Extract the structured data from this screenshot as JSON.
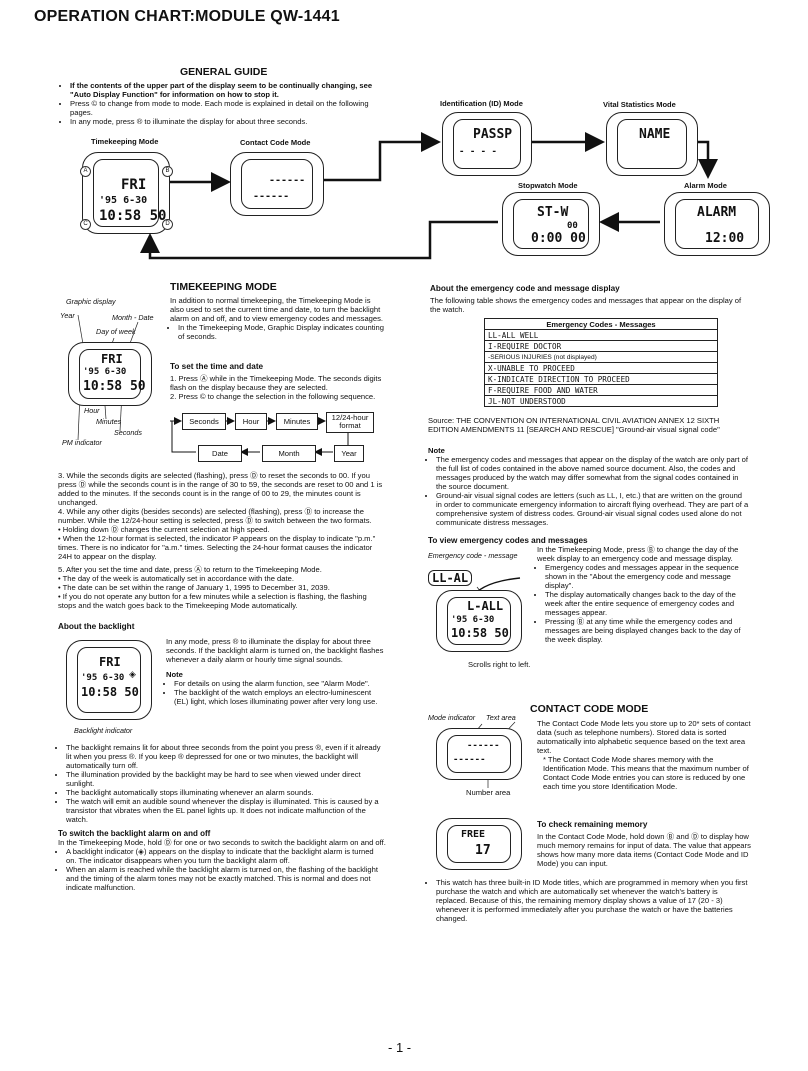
{
  "title": "OPERATION CHART:MODULE QW-1441",
  "general_guide": {
    "heading": "GENERAL GUIDE",
    "bullets": [
      "If the contents of the upper part of the display seem to be continually changing, see \"Auto Display Function\" for information on how to stop it.",
      "Press © to change from mode to mode. Each mode is explained in detail on the following pages.",
      "In any mode, press ® to illuminate the display for about three seconds."
    ],
    "modes": {
      "timekeeping": "Timekeeping Mode",
      "contact_code": "Contact Code Mode",
      "id": "Identification (ID) Mode",
      "vital": "Vital Statistics Mode",
      "stopwatch": "Stopwatch Mode",
      "alarm": "Alarm Mode"
    },
    "displays": {
      "tk_top": "FRI",
      "tk_mid": "'95 6-30",
      "tk_bottom": "10:58 50",
      "cc_top": "------",
      "cc_bottom": "------",
      "id_top": "PASSP",
      "id_mid": "- - - -",
      "vital_top": "NAME",
      "sw_top": "ST-W",
      "sw_mid": "00",
      "sw_bottom": "0:00 00",
      "alarm_top": "ALARM",
      "alarm_bottom": "12:00"
    }
  },
  "timekeeping": {
    "heading": "TIMEKEEPING MODE",
    "labels": {
      "graphic": "Graphic display",
      "year": "Year",
      "month_date": "Month - Date",
      "day_of_week": "Day of week",
      "hour": "Hour",
      "minutes": "Minutes",
      "seconds": "Seconds",
      "pm": "PM indicator"
    },
    "intro": "In addition to normal timekeeping, the Timekeeping Mode is also used to set the current time and date, to turn the backlight alarm on and off, and to view emergency codes and messages.",
    "intro_bullet": "In the Timekeeping Mode, Graphic Display indicates counting of seconds.",
    "set_heading": "To set the time and date",
    "set_steps": [
      "1. Press Ⓐ while in the Timekeeping Mode. The seconds digits flash on the display because they are selected.",
      "2. Press © to change the selection in the following sequence."
    ],
    "sequence": [
      "Seconds",
      "Hour",
      "Minutes",
      "12/24-hour format",
      "Year",
      "Month",
      "Date"
    ],
    "steps_more": [
      "3. While the seconds digits are selected (flashing), press Ⓓ to reset the seconds to 00. If you press Ⓓ while the seconds count is in the range of 30 to 59, the seconds are reset to 00 and 1 is added to the minutes. If the seconds count is in the range of 00 to 29, the minutes count is unchanged.",
      "4. While any other digits (besides seconds) are selected (flashing), press Ⓓ to increase the number. While the 12/24-hour setting is selected, press Ⓓ to switch between the two formats.",
      "• Holding down Ⓓ changes the current selection at high speed.",
      "• When the 12-hour format is selected, the indicator P appears on the display to indicate \"p.m.\" times. There is no indicator for \"a.m.\" times. Selecting the 24-hour format causes the indicator 24H to appear on the display.",
      "5. After you set the time and date, press Ⓐ to return to the Timekeeping Mode.",
      "• The day of the week is automatically set in accordance with the date.",
      "• The date can be set within the range of January 1, 1995 to December 31, 2039.",
      "• If you do not operate any button for a few minutes while a selection is flashing, the flashing stops and the watch goes back to the Timekeeping Mode automatically."
    ]
  },
  "backlight": {
    "heading": "About the backlight",
    "caption": "Backlight indicator",
    "intro": "In any mode, press ® to illuminate the display for about three seconds. If the backlight alarm is turned on, the backlight flashes whenever a daily alarm or hourly time signal sounds.",
    "note_heading": "Note",
    "notes": [
      "For details on using the alarm function, see \"Alarm Mode\".",
      "The backlight of the watch employs an electro-luminescent (EL) light, which loses illuminating power after very long use."
    ],
    "bullets": [
      "The backlight remains lit for about three seconds from the point you press ®, even if it already lit when you press ®. If you keep ® depressed for one or two minutes, the backlight will automatically turn off.",
      "The illumination provided by the backlight may be hard to see when viewed under direct sunlight.",
      "The backlight automatically stops illuminating whenever an alarm sounds.",
      "The watch will emit an audible sound whenever the display is illuminated. This is caused by a transistor that vibrates when the EL panel lights up. It does not indicate malfunction of the watch."
    ],
    "switch_heading": "To switch the backlight alarm on and off",
    "switch_text": "In the Timekeeping Mode, hold Ⓓ for one or two seconds to switch the backlight alarm on and off.",
    "switch_bullets": [
      "A backlight indicator (◈) appears on the display to indicate that the backlight alarm is turned on. The indicator disappears when you turn the backlight alarm off.",
      "When an alarm is reached while the backlight alarm is turned on, the flashing of the backlight and the timing of the alarm tones may not be exactly matched. This is normal and does not indicate malfunction."
    ]
  },
  "emergency": {
    "heading": "About the emergency code and message display",
    "intro": "The following table shows the emergency codes and messages that appear on the display of the watch.",
    "table_header": "Emergency Codes - Messages",
    "rows": [
      "LL-ALL WELL",
      "I-REQUIRE DOCTOR",
      "-SERIOUS INJURIES (not displayed)",
      "X-UNABLE TO PROCEED",
      "K-INDICATE DIRECTION TO PROCEED",
      "F-REQUIRE FOOD AND WATER",
      "JL-NOT UNDERSTOOD"
    ],
    "source": "Source: THE CONVENTION ON INTERNATIONAL CIVIL AVIATION ANNEX 12 SIXTH EDITION AMENDMENTS 11 [SEARCH AND RESCUE] \"Ground-air visual signal code\"",
    "note_heading": "Note",
    "notes": [
      "The emergency codes and messages that appear on the display of the watch are only part of the full list of codes contained in the above named source document. Also, the codes and messages produced by the watch may differ somewhat from the signal codes contained in the source document.",
      "Ground-air visual signal codes are letters (such as LL, I, etc.) that are written on the ground in order to communicate emergency information to aircraft flying overhead. They are part of a comprehensive system of distress codes. Ground-air visual signal codes used alone do not communicate distress messages."
    ],
    "view_heading": "To view emergency codes and messages",
    "view_label": "Emergency code - message",
    "view_display_top": "LL-AL",
    "view_display_mid": "L-ALL",
    "view_intro": "In the Timekeeping Mode, press Ⓑ to change the day of the week display to an emergency code and message display.",
    "view_bullets": [
      "Emergency codes and messages appear in the sequence shown in the \"About the emergency code and message display\".",
      "The display automatically changes back to the day of the week after the entire sequence of emergency codes and messages appear.",
      "Pressing Ⓑ at any time while the emergency codes and messages are being displayed changes back to the day of the week display."
    ],
    "scroll_caption": "Scrolls right to left."
  },
  "contact_code": {
    "heading": "CONTACT CODE MODE",
    "mode_indicator": "Mode indicator",
    "text_area": "Text area",
    "number_area": "Number area",
    "text": "The Contact Code Mode lets you store up to 20* sets of contact data (such as telephone numbers). Stored data is sorted automatically into alphabetic sequence based on the text area text.",
    "footnote": "* The Contact Code Mode shares memory with the Identification Mode. This means that the maximum number of Contact Code Mode entries you can store is reduced by one each time you store Identification Mode.",
    "check_heading": "To check remaining memory",
    "check_text": "In the Contact Code Mode, hold down Ⓑ and Ⓓ to display how much memory remains for input of data. The value that appears shows how many more data items (Contact Code Mode and ID Mode) you can input.",
    "free_top": "FREE",
    "free_num": "17",
    "bullet": "This watch has three built-in ID Mode titles, which are programmed in memory when you first purchase the watch and which are automatically set whenever the watch's battery is replaced. Because of this, the remaining memory display shows a value of 17 (20 - 3) whenever it is performed immediately after you purchase the watch or have the batteries changed."
  },
  "page_number": "- 1 -"
}
